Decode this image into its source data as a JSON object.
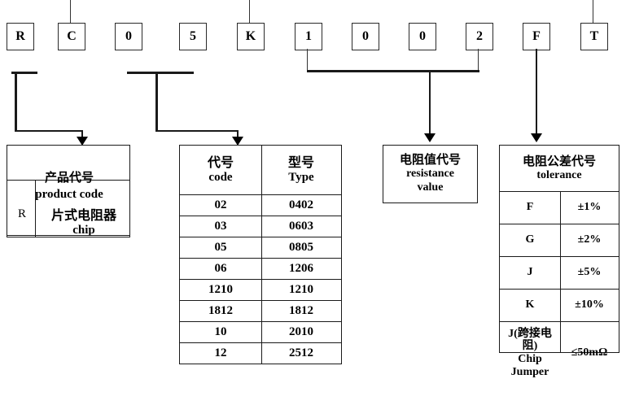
{
  "part_number": {
    "label": "RC05K1002FT",
    "characters": [
      "R",
      "C",
      "0",
      "5",
      "K",
      "1",
      "0",
      "0",
      "2",
      "F",
      "T"
    ]
  },
  "product_code": {
    "header_zh": "产品代号",
    "header_en": "product code",
    "rows": [
      {
        "code": "R",
        "desc_zh": "片式电阻器",
        "desc_en": "chip"
      }
    ]
  },
  "size_table": {
    "header": {
      "code_zh": "代号",
      "code_en": "code",
      "type_zh": "型号",
      "type_en": "Type"
    },
    "rows": [
      {
        "code": "02",
        "type": "0402"
      },
      {
        "code": "03",
        "type": "0603"
      },
      {
        "code": "05",
        "type": "0805"
      },
      {
        "code": "06",
        "type": "1206"
      },
      {
        "code": "1210",
        "type": "1210"
      },
      {
        "code": "1812",
        "type": "1812"
      },
      {
        "code": "10",
        "type": "2010"
      },
      {
        "code": "12",
        "type": "2512"
      }
    ]
  },
  "resistance_value": {
    "zh": "电阻值代号",
    "en_line1": "resistance",
    "en_line2": "value"
  },
  "tolerance_table": {
    "header_zh": "电阻公差代号",
    "header_en": "tolerance",
    "rows": [
      {
        "code": "F",
        "value": "±1%"
      },
      {
        "code": "G",
        "value": "±2%"
      },
      {
        "code": "J",
        "value": "±5%"
      },
      {
        "code": "K",
        "value": "±10%"
      },
      {
        "code_zh_1": "J(跨接电",
        "code_zh_2": "阻)",
        "code_en_1": "Chip",
        "code_en_2": "Jumper",
        "value": "≤50mΩ"
      }
    ]
  },
  "colors": {
    "line": "#1a1a1a",
    "box_border": "#2a2a2a",
    "background": "#ffffff"
  }
}
